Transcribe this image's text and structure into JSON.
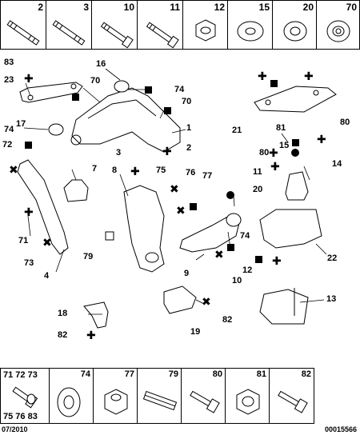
{
  "top_parts": [
    "2",
    "3",
    "10",
    "11",
    "12",
    "15",
    "20",
    "70"
  ],
  "callouts": [
    "83",
    "23",
    "16",
    "70",
    "74",
    "70",
    "17",
    "74",
    "72",
    "1",
    "2",
    "3",
    "8",
    "75",
    "76",
    "77",
    "7",
    "21",
    "81",
    "80",
    "15",
    "80",
    "11",
    "14",
    "20",
    "71",
    "73",
    "4",
    "79",
    "9",
    "10",
    "74",
    "12",
    "22",
    "13",
    "18",
    "82",
    "19",
    "82"
  ],
  "bottom_parts": {
    "first_top": "71 72 73",
    "first_bottom": "75 76 83",
    "others": [
      "74",
      "77",
      "79",
      "80",
      "81",
      "82"
    ]
  },
  "footer": {
    "date": "07/2010",
    "ref": "00015566"
  },
  "colors": {
    "line": "#000000",
    "background": "#ffffff",
    "light": "#dcdcdc"
  }
}
